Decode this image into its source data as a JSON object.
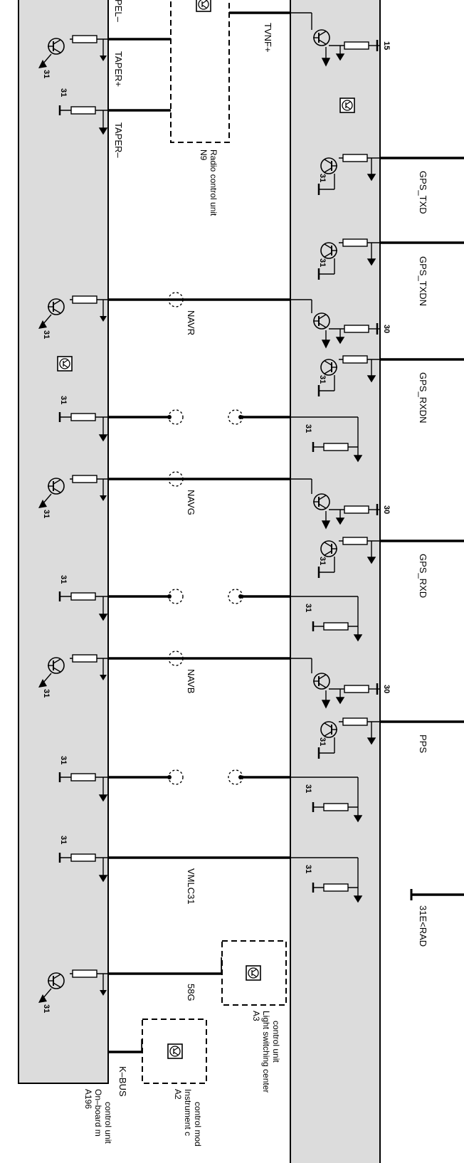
{
  "modules": {
    "left": {
      "ref": "A196",
      "name_line1": "On–board m",
      "name_line2": "control unit"
    },
    "radio": {
      "ref": "N9",
      "name": "Radio control unit"
    },
    "lsc": {
      "ref": "A3",
      "name_line1": "Light switching center",
      "name_line2": "control unit"
    },
    "ic": {
      "ref": "A2",
      "name_line1": "Instrument c",
      "name_line2": "control mod"
    }
  },
  "signals": {
    "pel": "PEL–",
    "tvnf": "TVNF+",
    "taper_plus": "TAPER+",
    "taper_minus": "TAPER–",
    "navr": "NAVR",
    "navg": "NAVG",
    "navb": "NAVB",
    "vmlc31": "VMLC31",
    "s58g": "58G",
    "kbus": "K–BUS",
    "gps_txd": "GPS_TXD",
    "gps_txdn": "GPS_TXDN",
    "gps_rxdn": "GPS_RXDN",
    "gps_rxd": "GPS_RXD",
    "pps": "PPS",
    "e31rad": "31E<RAD"
  },
  "terminals": {
    "t31": "31",
    "t30": "30",
    "t15": "15"
  }
}
